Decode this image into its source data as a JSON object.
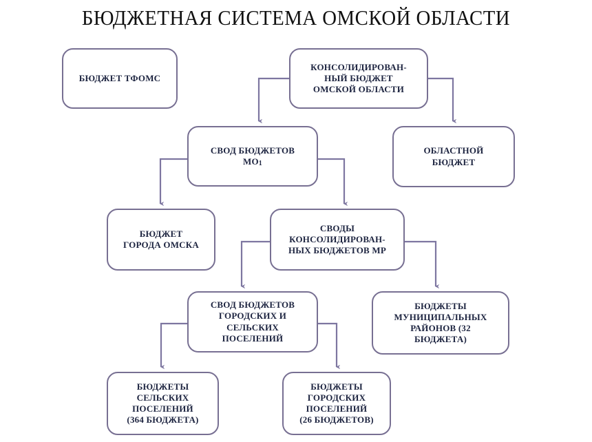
{
  "title": "БЮДЖЕТНАЯ СИСТЕМА ОМСКОЙ ОБЛАСТИ",
  "colors": {
    "box_border": "#776f92",
    "box_fill": "#ffffff",
    "text": "#1d2440",
    "title_text": "#101010",
    "connector": "#7d76a0"
  },
  "nodes": {
    "tfoms": {
      "label": "БЮДЖЕТ ТФОМС"
    },
    "consolidated": {
      "label": "КОНСОЛИДИРОВАН-\nНЫЙ БЮДЖЕТ\nОМСКОЙ ОБЛАСТИ"
    },
    "svod_mo": {
      "label": "СВОД БЮДЖЕТОВ\nМО",
      "footnote": "1"
    },
    "oblastnoy": {
      "label": "ОБЛАСТНОЙ\nБЮДЖЕТ"
    },
    "omsk_city": {
      "label": "БЮДЖЕТ\nГОРОДА ОМСКА"
    },
    "svody_mr": {
      "label": "СВОДЫ\nКОНСОЛИДИРОВАН-\nНЫХ БЮДЖЕТОВ МР"
    },
    "svod_poseleniy": {
      "label": "СВОД БЮДЖЕТОВ\nГОРОДСКИХ И\nСЕЛЬСКИХ\nПОСЕЛЕНИЙ"
    },
    "munic_rayony": {
      "label": "БЮДЖЕТЫ\nМУНИЦИПАЛЬНЫХ\nРАЙОНОВ (32\nБЮДЖЕТА)"
    },
    "selskie": {
      "label": "БЮДЖЕТЫ\nСЕЛЬСКИХ\nПОСЕЛЕНИЙ\n(364 БЮДЖЕТА)"
    },
    "gorodskie": {
      "label": "БЮДЖЕТЫ\nГОРОДСКИХ\nПОСЕЛЕНИЙ\n(26 БЮДЖЕТОВ)"
    }
  },
  "edges": [
    {
      "from": "consolidated",
      "to": "svod_mo",
      "side": "left"
    },
    {
      "from": "consolidated",
      "to": "oblastnoy",
      "side": "right"
    },
    {
      "from": "svod_mo",
      "to": "omsk_city",
      "side": "left"
    },
    {
      "from": "svod_mo",
      "to": "svody_mr",
      "side": "right"
    },
    {
      "from": "svody_mr",
      "to": "svod_poseleniy",
      "side": "left"
    },
    {
      "from": "svody_mr",
      "to": "munic_rayony",
      "side": "right"
    },
    {
      "from": "svod_poseleniy",
      "to": "selskie",
      "side": "left"
    },
    {
      "from": "svod_poseleniy",
      "to": "gorodskie",
      "side": "right"
    }
  ]
}
